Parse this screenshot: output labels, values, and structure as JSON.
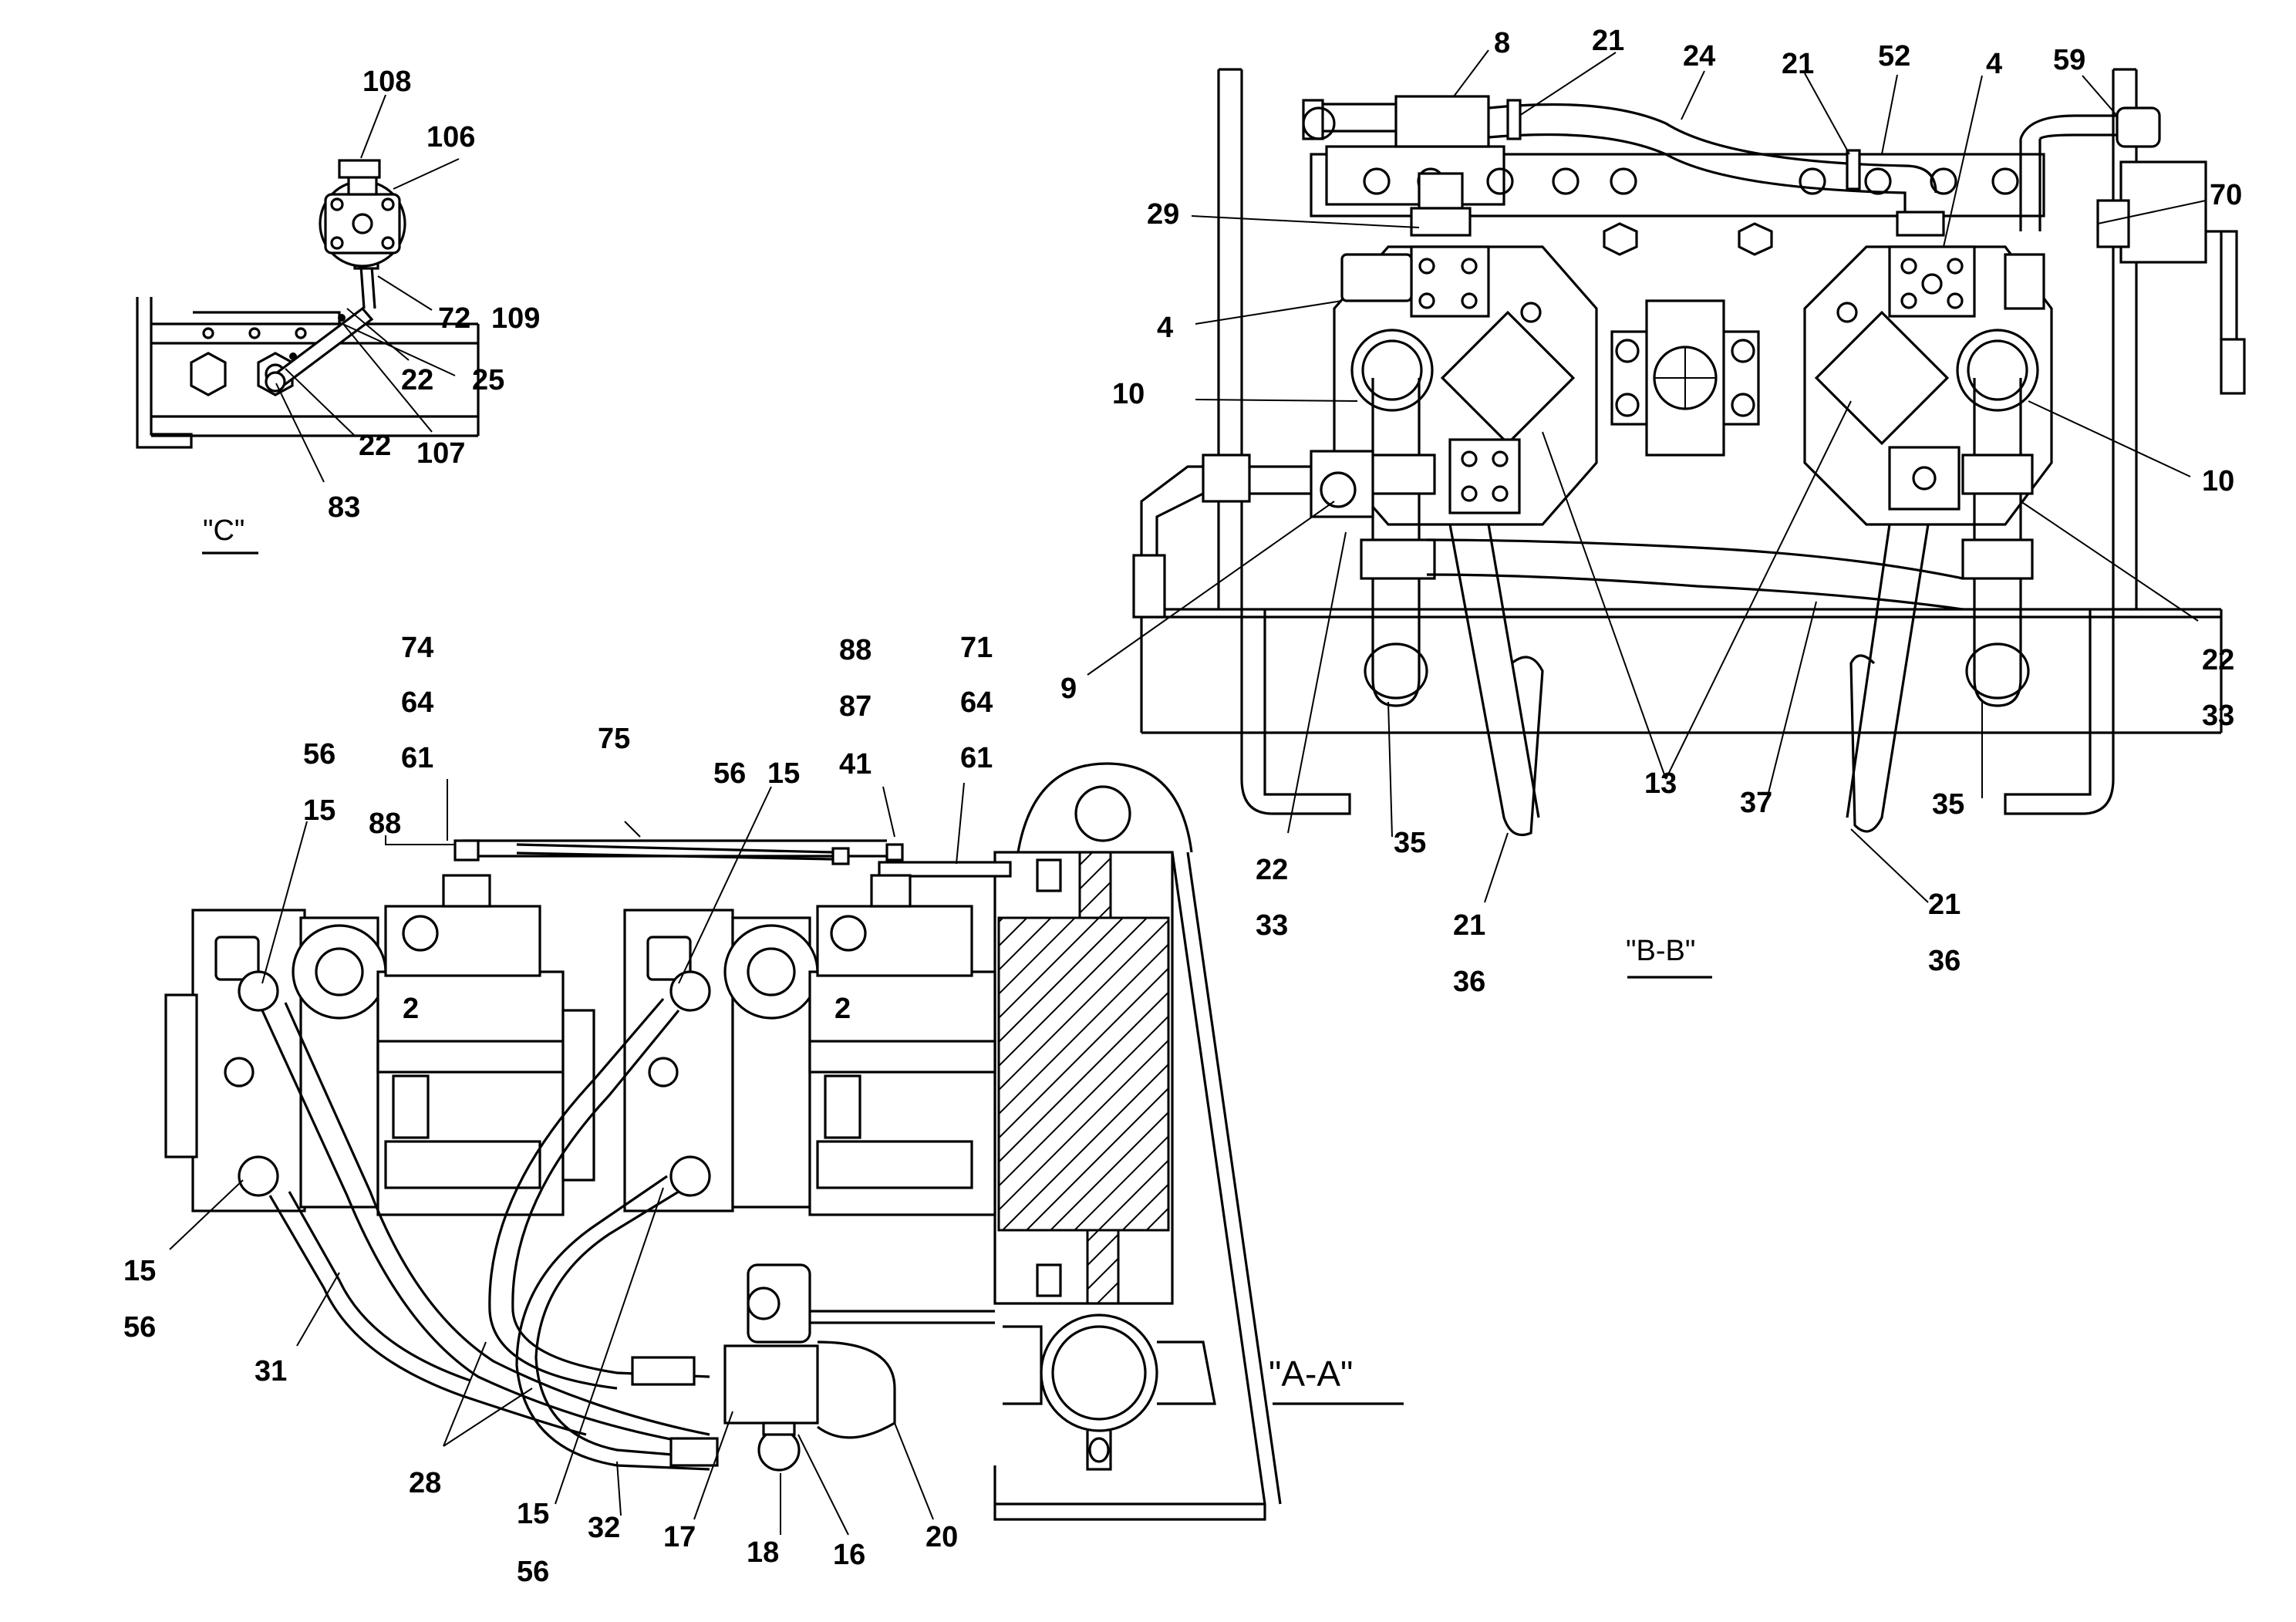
{
  "views": {
    "c": "\"C\"",
    "bb": "\"B-B\"",
    "aa": "\"A-A\""
  },
  "callouts_c": [
    "108",
    "106",
    "72",
    "109",
    "22",
    "25",
    "22",
    "107",
    "83"
  ],
  "callouts_bb": [
    "8",
    "21",
    "24",
    "21",
    "52",
    "4",
    "59",
    "70",
    "29",
    "4",
    "10",
    "10",
    "9",
    "22",
    "33",
    "35",
    "21",
    "36",
    "13",
    "37",
    "21",
    "36",
    "35",
    "22",
    "33"
  ],
  "callouts_aa": [
    "74",
    "64",
    "61",
    "88",
    "87",
    "41",
    "71",
    "64",
    "61",
    "75",
    "56",
    "15",
    "56",
    "15",
    "88",
    "2",
    "2",
    "15",
    "56",
    "31",
    "28",
    "15",
    "56",
    "32",
    "17",
    "18",
    "16",
    "20"
  ]
}
